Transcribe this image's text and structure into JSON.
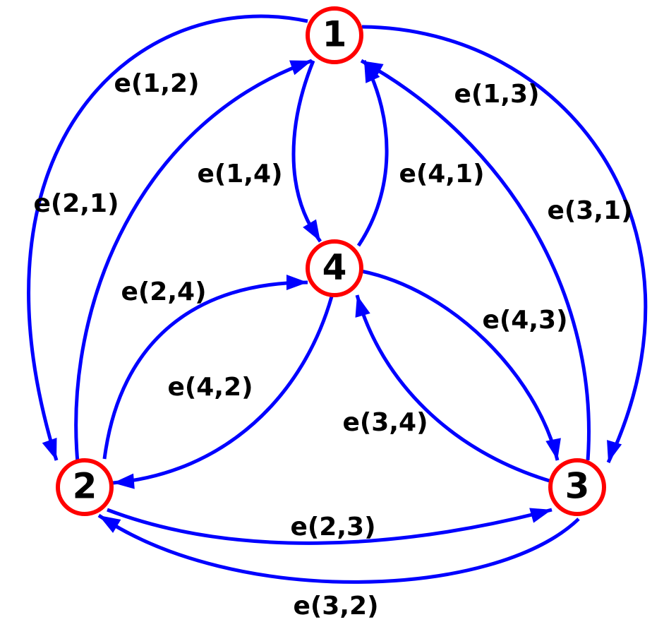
{
  "colors": {
    "node_stroke": "#ff0000",
    "edge": "#0000ff",
    "text": "#000000",
    "background": "#ffffff"
  },
  "nodes": [
    {
      "id": "1",
      "label": "1"
    },
    {
      "id": "2",
      "label": "2"
    },
    {
      "id": "3",
      "label": "3"
    },
    {
      "id": "4",
      "label": "4"
    }
  ],
  "edges": [
    {
      "from": "1",
      "to": "2",
      "label": "e(1,2)"
    },
    {
      "from": "2",
      "to": "1",
      "label": "e(2,1)"
    },
    {
      "from": "1",
      "to": "3",
      "label": "e(1,3)"
    },
    {
      "from": "3",
      "to": "1",
      "label": "e(3,1)"
    },
    {
      "from": "1",
      "to": "4",
      "label": "e(1,4)"
    },
    {
      "from": "4",
      "to": "1",
      "label": "e(4,1)"
    },
    {
      "from": "2",
      "to": "4",
      "label": "e(2,4)"
    },
    {
      "from": "4",
      "to": "2",
      "label": "e(4,2)"
    },
    {
      "from": "4",
      "to": "3",
      "label": "e(4,3)"
    },
    {
      "from": "3",
      "to": "4",
      "label": "e(3,4)"
    },
    {
      "from": "2",
      "to": "3",
      "label": "e(2,3)"
    },
    {
      "from": "3",
      "to": "2",
      "label": "e(3,2)"
    }
  ]
}
